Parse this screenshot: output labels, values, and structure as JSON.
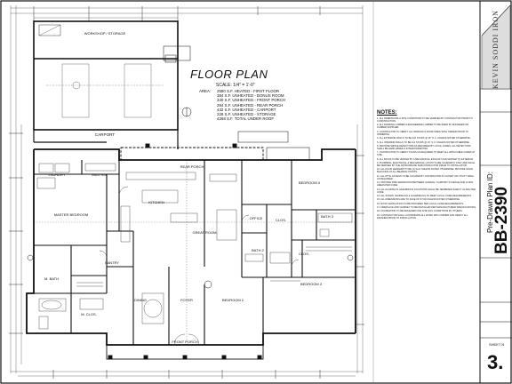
{
  "title": "FLOOR PLAN",
  "scale": "SCALE: 1/4\" = 1'-0\"",
  "area_table": [
    {
      "k": "AREA:",
      "v": "2590 S.F. HEATED - FIRST FLOOR"
    },
    {
      "k": "",
      "v": "384 S.F. UNHEATED - BONUS ROOM"
    },
    {
      "k": "",
      "v": "340 S.F. UNHEATED - FRONT PORCH"
    },
    {
      "k": "",
      "v": "294 S.F. UNHEATED - REAR PORCH"
    },
    {
      "k": "",
      "v": "432 S.F. UNHEATED - CARPORT"
    },
    {
      "k": "",
      "v": "228 S.F. UNHEATED - STORAGE"
    },
    {
      "k": "",
      "v": "4268 S.F. TOTAL UNDER ROOF"
    }
  ],
  "rooms": {
    "workshop": "WORKSHOP / STORAGE",
    "carport": "CARPORT",
    "laundry": "LAUNDRY",
    "mud_rm": "MUD RM.",
    "master_bedroom": "MASTER BEDROOM",
    "master_bath": "M. BATH",
    "master_closet": "M. CLOS.",
    "pantry": "PANTRY",
    "kitchen": "KITCHEN",
    "dining": "DINING",
    "foyer": "FOYER",
    "great_room": "GREAT ROOM",
    "office": "OFFICE",
    "bedroom2": "BEDROOM 2",
    "bedroom3": "BEDROOM 3",
    "bedroom4": "BEDROOM 4",
    "bath2": "BATH 2",
    "bath3": "BATH 3",
    "clos1": "CLOS.",
    "clos2": "CLOS.",
    "rear_porch": "REAR PORCH",
    "front_porch": "FRONT PORCH"
  },
  "notes_title": "NOTES:",
  "notes": [
    "1. ALL DIMENSIONS & SITE CONDITIONS TO BE VERIFIED BY CONTRACTOR PRIOR TO CONSTRUCTION.",
    "2. ALL FRAMING LUMBER & ENGINEERED LUMBER TO BE SIZED BY ENGINEER OR LUMBER SUPPLIER.",
    "3. CONTRACTOR TO VERIFY ALL WINDOW & DOOR SIZES WITH OWNER PRIOR TO ORDERING.",
    "4. ALL EXTERIOR WALLS TO BE 2x6 STUDS @ 16\" O.C. UNLESS NOTED OTHERWISE.",
    "5. ALL INTERIOR WALLS TO BE 2x4 STUDS @ 16\" O.C. UNLESS NOTED OTHERWISE.",
    "6. PROVIDE SMOKE DETECTORS AS REQUIRED BY LOCAL CODES. ALL DETECTORS SHALL BE HARD WIRED & INTERCONNECTED.",
    "7. CONTRACTOR TO VERIFY PLANS AS REQUIRED TO MEET ALL APPLICABLE CODES AT SITE.",
    "8. ALL BATHS TO BE VENTED BY A MECHANICAL EXHAUST FAN VENTED TO EXTERIOR.",
    "9. PLUMBING, ELECTRICAL & MECHANICAL LAYOUTS ARE SCHEMATIC ONLY AND SHALL BE VERIFIED BY THE APPROPRIATE SUBCONTRACTOR PRIOR TO INSTALLATION.",
    "10. ALL DOOR HEADERS TO BE (2) 2x12 UNLESS NOTED OTHERWISE. PROVIDE SOLID BLOCKING AT ALL BEARING POINTS.",
    "11. ALL ATTIC ACCESS TO BE LOCATED BY CONTRACTOR IN CLOSET OR UTILITY AREA AS REQUIRED.",
    "12. PROVIDE FIRE SEPARATION BETWEEN GARAGE / CARPORT STORAGE AND LIVING AREAS PER CODE.",
    "13. ALL GLAZING IN HAZARDOUS LOCATIONS SHALL BE TEMPERED SAFETY GLASS PER CODE.",
    "14. ALL STAIRS, HANDRAILS & GUARDRAILS TO MEET LOCAL CODE REQUIREMENTS.",
    "15. ALL DIMENSIONS ARE TO FACE OF STUD UNLESS NOTED OTHERWISE.",
    "16. ROOF VENTILATION TO BE PROVIDED PER LOCAL CODE REQUIREMENTS.",
    "17. FIREPLACE AND CHIMNEY TO BE INSTALLED PER MANUFACTURER SPECIFICATIONS.",
    "18. FOUNDATION TO BE DESIGNED FOR SITE SOIL CONDITIONS BY OTHERS.",
    "19. CONTRACTOR SHALL COORDINATE ALL WORK WITH OWNER AND VERIFY ALL FINISHES PRIOR TO INSTALLATION."
  ],
  "titleblock": {
    "brand": "KEVIN SODDI IRON",
    "plan_label": "Pre-Drawn Plan ID:",
    "plan_id": "BB-2390",
    "sheet_label": "SHEET N",
    "sheet_number": "3."
  }
}
